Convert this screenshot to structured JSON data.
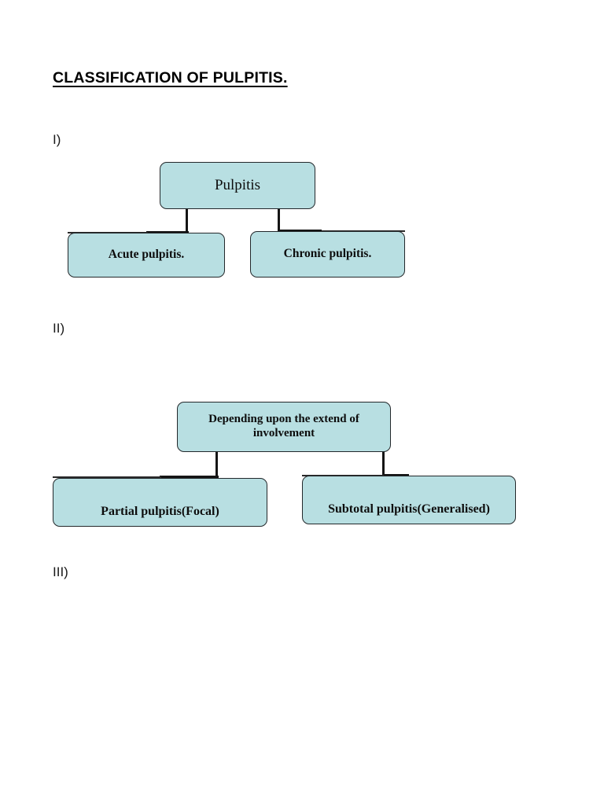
{
  "document": {
    "title": "CLASSIFICATION OF PULPITIS.",
    "background_color": "#ffffff",
    "text_color": "#000000"
  },
  "theme": {
    "node_fill": "#b8dfe2",
    "node_border": "#23282b",
    "connector_color": "#151515"
  },
  "sections": [
    {
      "numeral": "I)"
    },
    {
      "numeral": "II)"
    },
    {
      "numeral": "III)"
    }
  ],
  "diagrams": [
    {
      "id": "diagram-1",
      "numeral": "I)",
      "root": {
        "label": "Pulpitis"
      },
      "children": [
        {
          "label": "Acute pulpitis."
        },
        {
          "label": "Chronic pulpitis."
        }
      ]
    },
    {
      "id": "diagram-2",
      "numeral": "II)",
      "root": {
        "label": "Depending upon the extend of involvement"
      },
      "children": [
        {
          "label": "Partial pulpitis(Focal)"
        },
        {
          "label": "Subtotal pulpitis(Generalised)"
        }
      ]
    }
  ]
}
